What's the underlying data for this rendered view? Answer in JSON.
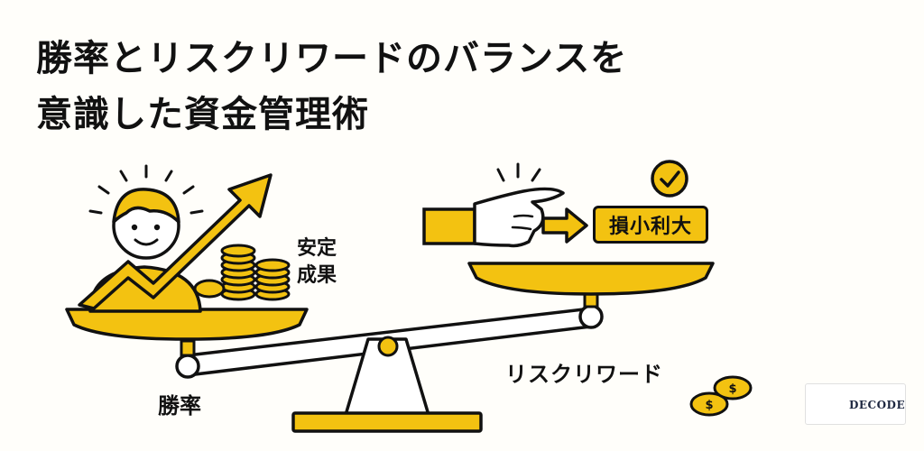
{
  "headline": {
    "line1": "勝率とリスクリワードのバランスを",
    "line2": "意識した資金管理術"
  },
  "labels": {
    "stable_line1": "安定",
    "stable_line2": "成果",
    "win_rate": "勝率",
    "risk_reward": "リスクリワード",
    "small_loss_big_gain": "損小利大"
  },
  "logo": {
    "text": "DECODE"
  },
  "colors": {
    "accent": "#f3c211",
    "outline": "#111111",
    "background": "#fffefa"
  }
}
